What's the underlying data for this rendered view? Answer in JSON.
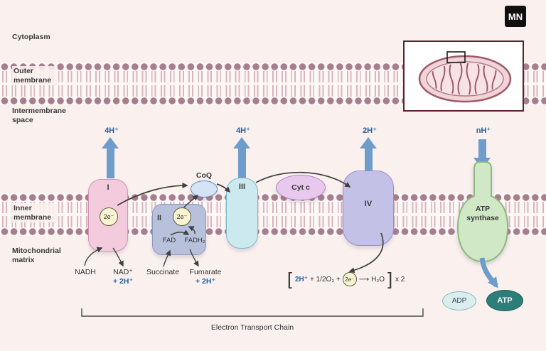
{
  "colors": {
    "background": "#faf0ee",
    "pump_arrow": "#6e9ccb",
    "proton_text": "#20619f",
    "lipid_head": "#a67e8e",
    "atp_oval": "#2d7d78"
  },
  "logo": {
    "text": "MN"
  },
  "region_labels": {
    "cytoplasm": "Cytoplasm",
    "outer_membrane": "Outer membrane",
    "intermembrane_space": "Intermembrane space",
    "inner_membrane": "Inner membrane",
    "mitochondrial_matrix": "Mitochondrial matrix"
  },
  "proton_pumps": [
    {
      "label": "4H⁺"
    },
    {
      "label": "4H⁺"
    },
    {
      "label": "2H⁺"
    },
    {
      "label": "nH⁺"
    }
  ],
  "complexes": {
    "complex_i": "I",
    "complex_ii": "II",
    "complex_iii": "III",
    "complex_iv": "IV",
    "coq": "CoQ",
    "cyt_c": "Cyt c",
    "atp_synthase": "ATP synthase"
  },
  "electron_label": "2e⁻",
  "cofactors": {
    "fad": "FAD",
    "fadh2": "FADH₂"
  },
  "substrates": {
    "nadh": "NADH",
    "nad": "NAD⁺",
    "nad_protons": "+ 2H⁺",
    "succinate": "Succinate",
    "fumarate": "Fumarate",
    "fumarate_protons": "+ 2H⁺"
  },
  "reaction": {
    "open": "[",
    "protons": "2H⁺",
    "oxygen": "+ 1/2O₂ +",
    "electrons": "2e⁻",
    "arrow": "⟶",
    "product": "H₂O",
    "close": "]",
    "multiplier": "x 2"
  },
  "nucleotides": {
    "adp": "ADP",
    "atp": "ATP"
  },
  "caption": "Electron Transport Chain"
}
